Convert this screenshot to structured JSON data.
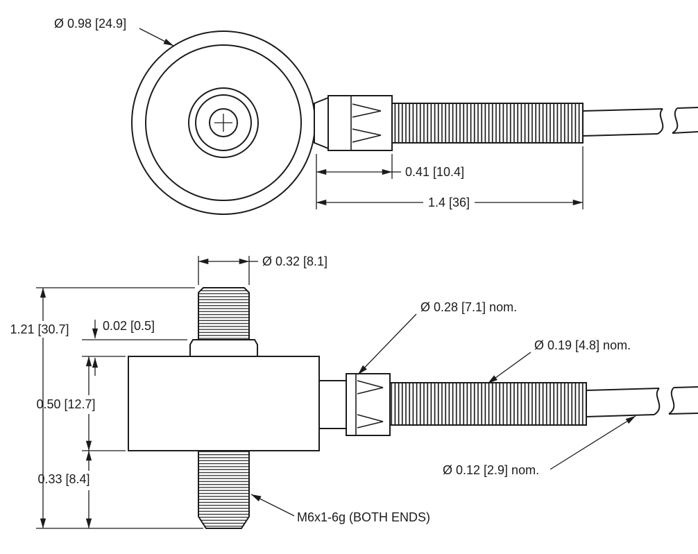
{
  "colors": {
    "ink": "#1b1b1b",
    "background": "#ffffff"
  },
  "front_view": {
    "outer_diameter": "Ø 0.98 [24.9]",
    "connector_length": "0.41 [10.4]",
    "connector_spring_length": "1.4 [36]"
  },
  "side_view": {
    "stud_diameter": "Ø 0.32 [8.1]",
    "shoulder_height": "0.02 [0.5]",
    "overall_length": "1.21 [30.7]",
    "body_length": "0.50 [12.7]",
    "stud_length": "0.33 [8.4]",
    "connector_diameter": "Ø 0.28 [7.1] nom.",
    "spring_diameter": "Ø 0.19 [4.8] nom.",
    "cable_diameter": "Ø 0.12 [2.9] nom.",
    "thread_callout": "M6x1-6g (BOTH ENDS)"
  }
}
